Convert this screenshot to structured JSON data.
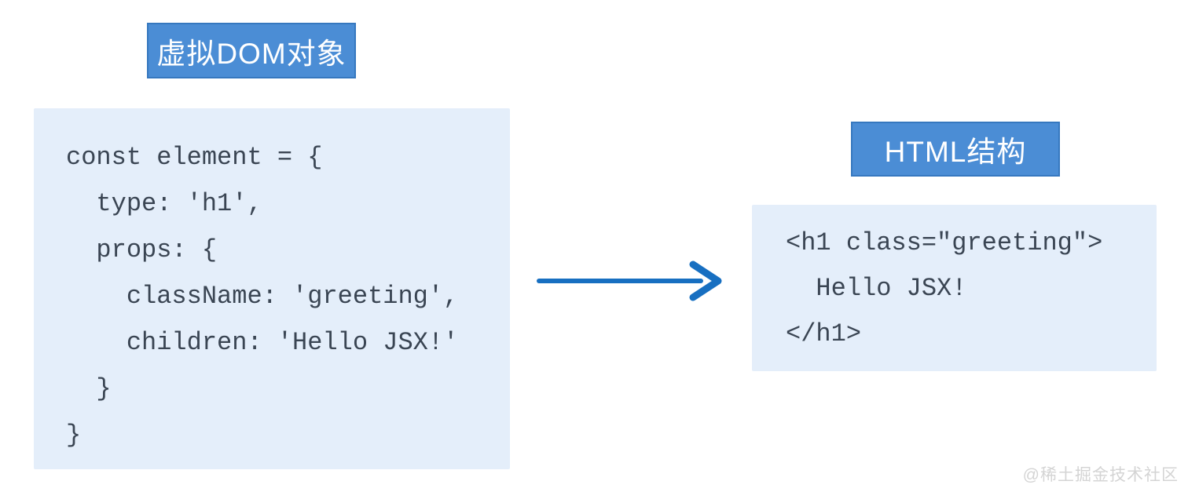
{
  "left_panel": {
    "label": "虚拟DOM对象",
    "code_lines": [
      "const element = {",
      "  type: 'h1',",
      "  props: {",
      "    className: 'greeting',",
      "    children: 'Hello JSX!'",
      "  }",
      "}"
    ]
  },
  "right_panel": {
    "label": "HTML结构",
    "code_lines": [
      "<h1 class=\"greeting\">",
      "  Hello JSX!",
      "</h1>"
    ]
  },
  "watermark": "@稀土掘金技术社区",
  "colors": {
    "label_bg": "#4b8dd5",
    "label_border": "#3678bf",
    "box_bg": "#e4eefa",
    "code_text": "#3a4553",
    "arrow": "#176fc1",
    "watermark": "#d4d4d4"
  }
}
